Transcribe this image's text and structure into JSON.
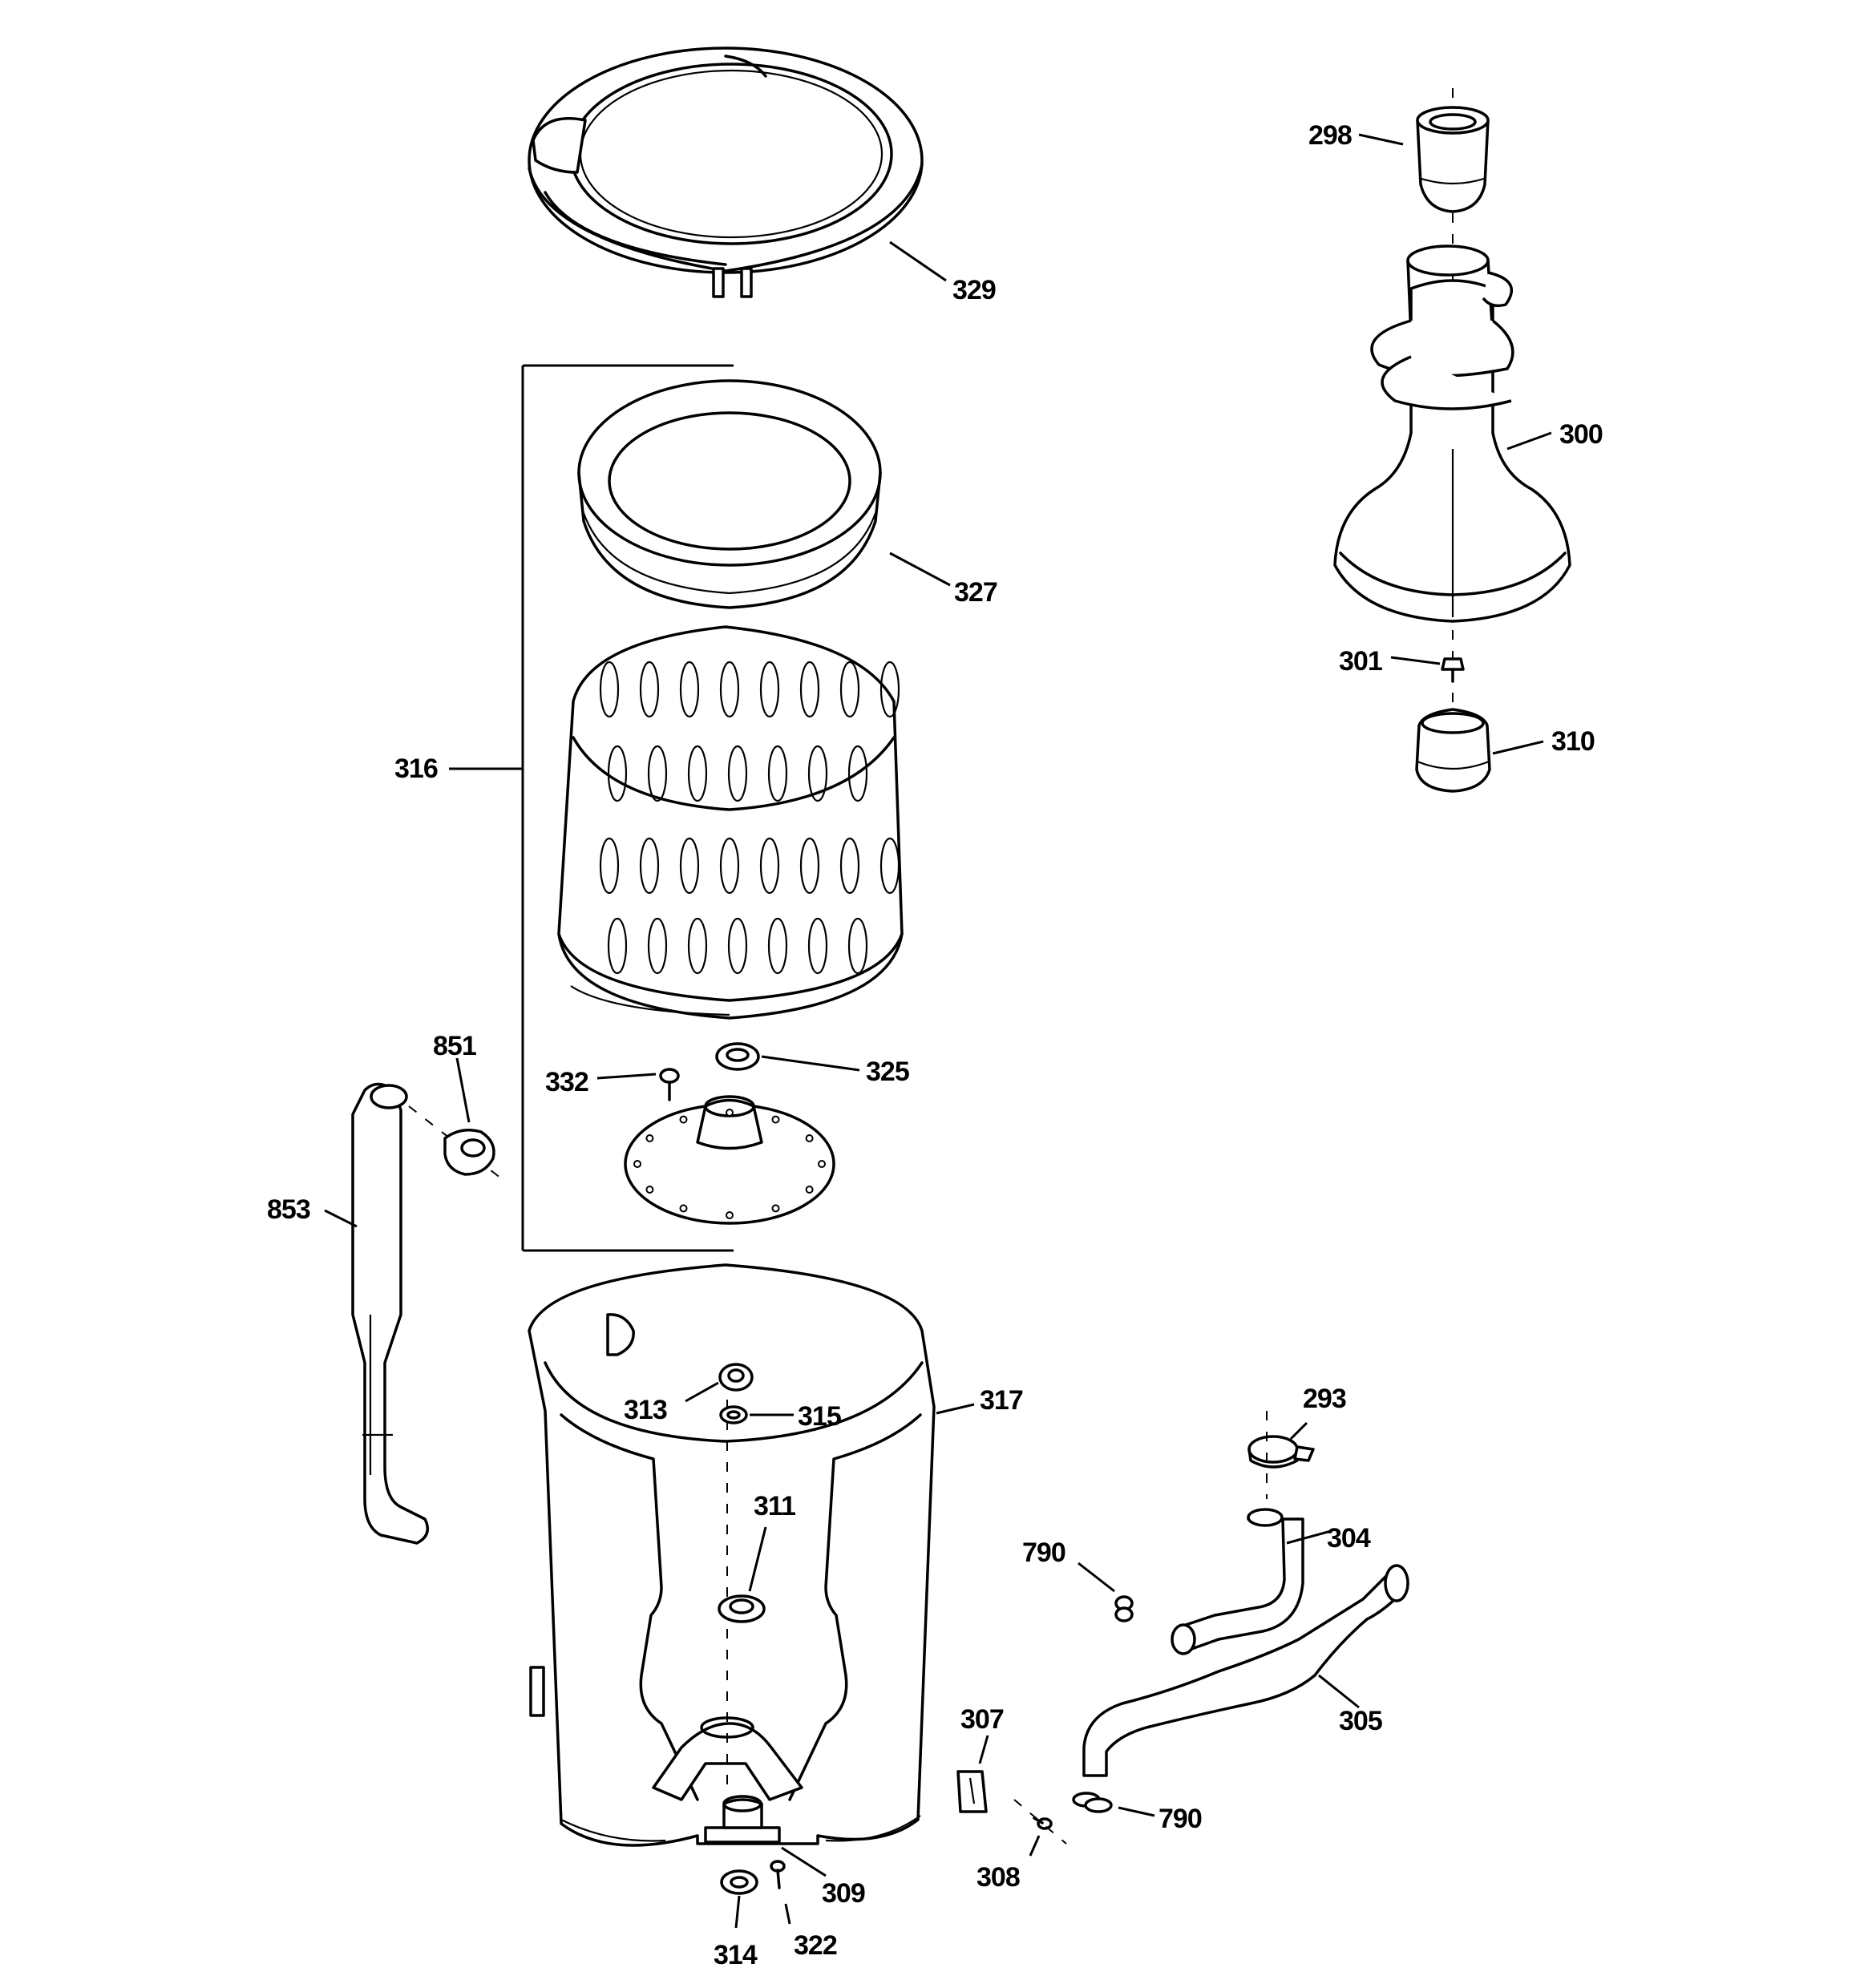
{
  "diagram": {
    "parts": [
      {
        "id": "p298",
        "number": "298"
      },
      {
        "id": "p300",
        "number": "300"
      },
      {
        "id": "p301",
        "number": "301"
      },
      {
        "id": "p310",
        "number": "310"
      },
      {
        "id": "p329",
        "number": "329"
      },
      {
        "id": "p327",
        "number": "327"
      },
      {
        "id": "p316",
        "number": "316"
      },
      {
        "id": "p851",
        "number": "851"
      },
      {
        "id": "p332",
        "number": "332"
      },
      {
        "id": "p325",
        "number": "325"
      },
      {
        "id": "p853",
        "number": "853"
      },
      {
        "id": "p313",
        "number": "313"
      },
      {
        "id": "p315",
        "number": "315"
      },
      {
        "id": "p317",
        "number": "317"
      },
      {
        "id": "p311",
        "number": "311"
      },
      {
        "id": "p293",
        "number": "293"
      },
      {
        "id": "p304",
        "number": "304"
      },
      {
        "id": "p790a",
        "number": "790"
      },
      {
        "id": "p305",
        "number": "305"
      },
      {
        "id": "p307",
        "number": "307"
      },
      {
        "id": "p790b",
        "number": "790"
      },
      {
        "id": "p308",
        "number": "308"
      },
      {
        "id": "p309",
        "number": "309"
      },
      {
        "id": "p314",
        "number": "314"
      },
      {
        "id": "p322",
        "number": "322"
      }
    ]
  }
}
